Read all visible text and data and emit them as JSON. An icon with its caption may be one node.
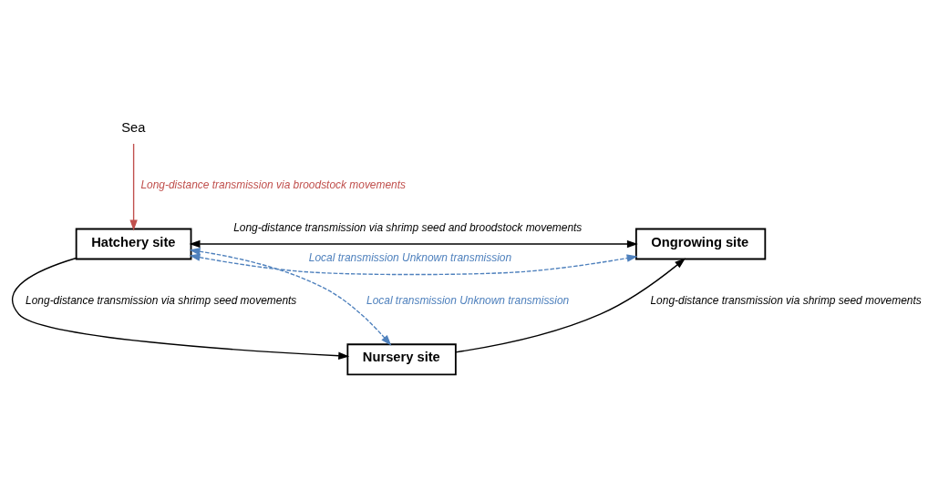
{
  "diagram": {
    "nodes": [
      {
        "text": [
          "Sea"
        ]
      },
      {
        "text": [
          "Hatchery site"
        ]
      },
      {
        "text": [
          "Ongrowing site"
        ]
      },
      {
        "text": [
          "Nursery site"
        ]
      }
    ],
    "edges": [
      {
        "from": 0,
        "to": 1,
        "arrow": "to",
        "label": "Long-distance transmission via broodstock movements",
        "color": "#c0504d"
      },
      {
        "from": 1,
        "to": 2,
        "arrow": "both",
        "label": "Long-distance transmission via shrimp seed and broodstock movements"
      },
      {
        "from": 1,
        "to": 2,
        "arrow": "both",
        "label": "Local transmission Unknown transmission",
        "style": "dashed",
        "color": "#4f81bd"
      },
      {
        "from": 1,
        "to": 3,
        "arrow": "to",
        "label": "Long-distance transmission via shrimp seed movements"
      },
      {
        "from": 1,
        "to": 3,
        "arrow": "both",
        "label": "Local transmission Unknown transmission",
        "style": "dashed",
        "color": "#4f81bd"
      },
      {
        "from": 3,
        "to": 2,
        "arrow": "to",
        "label": "Long-distance transmission via shrimp seed movements"
      }
    ]
  }
}
